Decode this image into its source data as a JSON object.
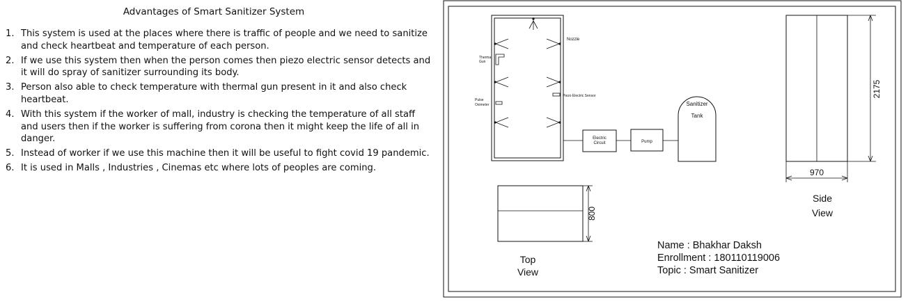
{
  "left": {
    "title": "Advantages of Smart Sanitizer System",
    "items": [
      {
        "num": "1.",
        "text": "This system is used at the places where there is traffic of people and we need to sanitize and check heartbeat and temperature of each person."
      },
      {
        "num": "2.",
        "text": "If we use this system then when the person comes then piezo electric sensor detects and it will do spray of sanitizer surrounding its body."
      },
      {
        "num": "3.",
        "text": "Person also able to check temperature with thermal gun present in it and also check heartbeat."
      },
      {
        "num": "4.",
        "text": "With this system if the worker of mall, industry is checking the temperature of all staff and users then if the worker is suffering from corona then it might keep the life of all in danger."
      },
      {
        "num": "5.",
        "text": "Instead of worker if we use this machine then it will be useful to fight covid 19 pandemic."
      },
      {
        "num": "6.",
        "text": "It is used in Malls , Industries , Cinemas etc where lots of peoples are coming."
      }
    ]
  },
  "drawing": {
    "labels": {
      "nozzle": "Nozzle",
      "thermal_gun_1": "Thermal",
      "thermal_gun_2": "Gun",
      "pulse_1": "Pulse",
      "pulse_2": "Oximeter",
      "piezo": "Piezo Electric Sensor",
      "circuit_1": "Electric",
      "circuit_2": "Circuit",
      "pump": "Pump",
      "tank_1": "Sanitizer",
      "tank_2": "Tank"
    },
    "dimensions": {
      "height_side": "2175",
      "width_side": "970",
      "top_depth": "800"
    },
    "views": {
      "side_1": "Side",
      "side_2": "View",
      "top_1": "Top",
      "top_2": "View"
    },
    "info": {
      "name": "Name : Bhakhar Daksh",
      "enrollment": "Enrollment : 180110119006",
      "topic": "Topic : Smart Sanitizer"
    }
  }
}
